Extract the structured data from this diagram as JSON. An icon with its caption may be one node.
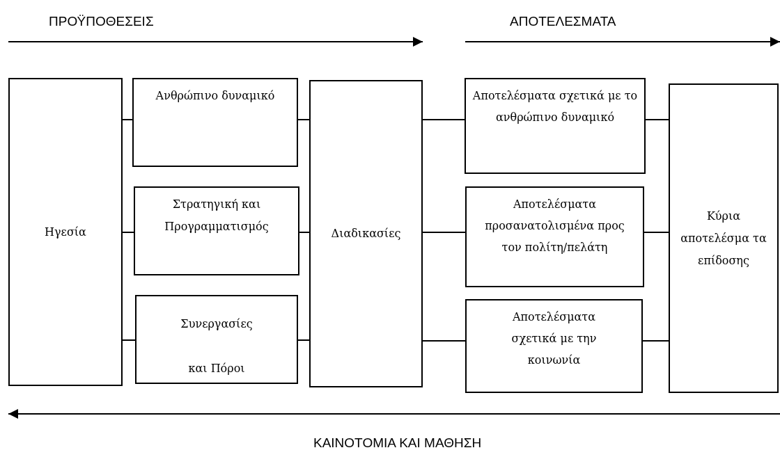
{
  "diagram": {
    "nodes": [
      {
        "text": [
          "Ηγεσία"
        ]
      },
      {
        "text": [
          "Ανθρώπινο δυναμικό"
        ]
      },
      {
        "text": [
          "Στρατηγική και Προγραμματισμός"
        ]
      },
      {
        "text": [
          "Συνεργασίες και Πόροι"
        ]
      },
      {
        "text": [
          "Διαδικασίες"
        ]
      },
      {
        "text": [
          "Αποτελέσματα σχετικά με το ανθρώπινο δυναμικό"
        ]
      },
      {
        "text": [
          "Αποτελέσματα προσανατολισμένα προς τον πολίτη/πελάτη"
        ]
      },
      {
        "text": [
          "Αποτελέσματα σχετικά με την κοινωνία"
        ]
      },
      {
        "text": [
          "Κύρια αποτελέσμα τα επίδοσης"
        ]
      }
    ],
    "edges": [
      {
        "from": 0,
        "to": 1,
        "arrow": "none"
      },
      {
        "from": 0,
        "to": 2,
        "arrow": "none"
      },
      {
        "from": 0,
        "to": 3,
        "arrow": "none"
      },
      {
        "from": 1,
        "to": 4,
        "arrow": "none"
      },
      {
        "from": 2,
        "to": 4,
        "arrow": "none"
      },
      {
        "from": 3,
        "to": 4,
        "arrow": "none"
      },
      {
        "from": 4,
        "to": 5,
        "arrow": "none"
      },
      {
        "from": 4,
        "to": 6,
        "arrow": "none"
      },
      {
        "from": 4,
        "to": 7,
        "arrow": "none"
      },
      {
        "from": 5,
        "to": 8,
        "arrow": "none"
      },
      {
        "from": 6,
        "to": 8,
        "arrow": "none"
      },
      {
        "from": 7,
        "to": 8,
        "arrow": "none"
      }
    ],
    "labels": [
      "ΠΡΟΫΠΟΘΕΣΕΙΣ",
      "ΑΠΟΤΕΛΕΣΜΑΤΑ",
      "ΚΑΙΝΟΤΟΜΙΑ ΚΑΙ ΜΑΘΗΣΗ"
    ]
  }
}
